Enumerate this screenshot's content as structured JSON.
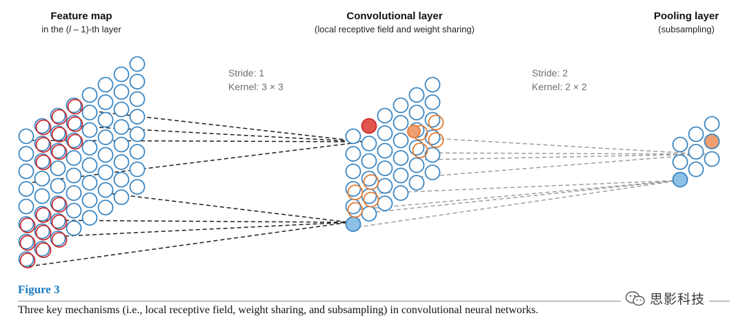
{
  "titles": {
    "feature_map": "Feature map",
    "feature_map_sub_pre": "in the (",
    "feature_map_sub_var": "l",
    "feature_map_sub_post": " – 1)-th layer",
    "conv": "Convolutional layer",
    "conv_sub": "(local receptive field and weight sharing)",
    "pool": "Pooling layer",
    "pool_sub": "(subsampling)"
  },
  "params": {
    "stride1": "Stride: 1",
    "kernel1": "Kernel: 3 × 3",
    "stride2": "Stride: 2",
    "kernel2": "Kernel: 2 × 2"
  },
  "figure": {
    "label": "Figure 3",
    "caption": "Three key mechanisms (i.e., local receptive field, weight sharing, and subsampling) in convolutional neural networks."
  },
  "watermark": {
    "text": "思影科技",
    "icon": "wechat-icon"
  },
  "colors": {
    "node_stroke": "#3b86c2",
    "receptive_stroke": "#cc2a2e",
    "conv_active_red": "#e0564f",
    "conv_active_blue": "#8fc0e6",
    "pool_window_stroke": "#e07a33",
    "pool_active_orange": "#f0a070",
    "pool_active_blue": "#8fc0e6",
    "caption_label": "#1a7bbf"
  },
  "structure": {
    "feature_map_grid": {
      "rows": 8,
      "cols": 8
    },
    "conv_grid": {
      "rows": 6,
      "cols": 6
    },
    "pool_grid": {
      "rows": 3,
      "cols": 3
    }
  }
}
